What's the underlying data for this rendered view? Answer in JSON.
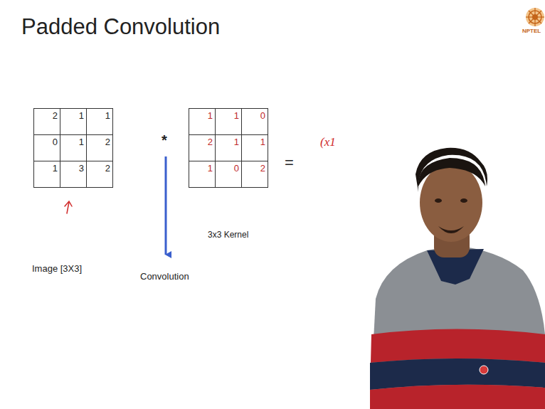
{
  "diagram": {
    "title": "Padded Convolution",
    "labels": [
      "2",
      "1",
      "1",
      "0",
      "1",
      "2",
      "1",
      "3",
      "2",
      "1",
      "1",
      "0",
      "2",
      "1",
      "1",
      "1",
      "0",
      "2",
      "*",
      "=",
      "(x1",
      "Image [3X3]",
      "Convolution",
      "3x3 Kernel",
      "NPTEL"
    ]
  }
}
